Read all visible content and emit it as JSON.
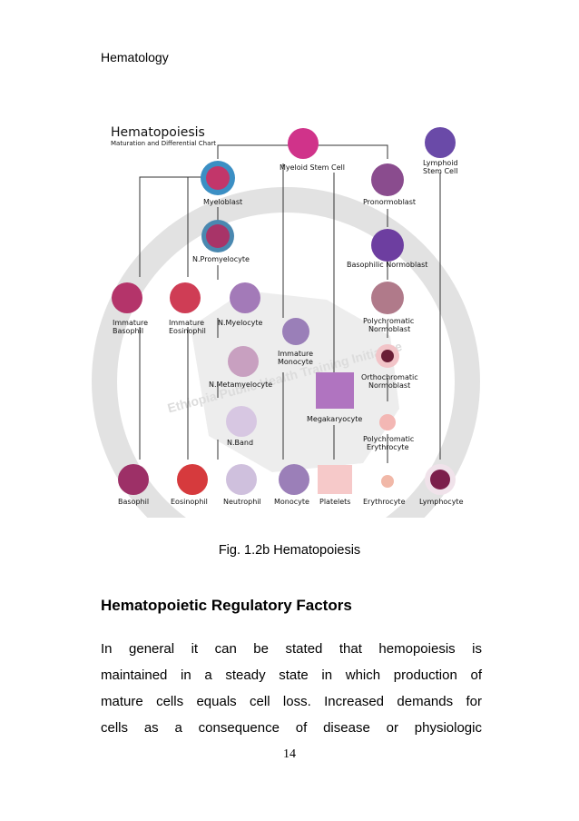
{
  "header": {
    "running_title": "Hematology"
  },
  "figure": {
    "chart_title": "Hematopoiesis",
    "chart_subtitle": "Maturation and Differential Chart",
    "watermark_text": "Ethiopia Public Health Training Initiative",
    "cells": {
      "myeloid_stem_cell": "Myeloid Stem Cell",
      "lymphoid_stem_cell": "Lymphoid\nStem Cell",
      "myeloblast": "Myeloblast",
      "pronormoblast": "Pronormoblast",
      "n_promyelocyte": "N.Promyelocyte",
      "basophilic_normoblast": "Basophilic Normoblast",
      "immature_basophil": "Immature\nBasophil",
      "immature_eosinophil": "Immature\nEosinophil",
      "n_myelocyte": "N.Myelocyte",
      "polychromatic_normoblast": "Polychromatic\nNormoblast",
      "immature_monocyte": "Immature\nMonocyte",
      "orthochromatic_normoblast": "Orthochromatic\nNormoblast",
      "n_metamyelocyte": "N.Metamyelocyte",
      "megakaryocyte": "Megakaryocyte",
      "polychromatic_erythrocyte": "Polychromatic\nErythrocyte",
      "n_band": "N.Band",
      "basophil": "Basophil",
      "eosinophil": "Eosinophil",
      "neutrophil": "Neutrophil",
      "monocyte": "Monocyte",
      "platelets": "Platelets",
      "erythrocyte": "Erythrocyte",
      "lymphocyte": "Lymphocyte"
    },
    "caption": "Fig. 1.2b Hematopoiesis"
  },
  "section": {
    "heading": "Hematopoietic Regulatory Factors",
    "paragraph_lines": [
      "In general it can be stated that hemopoiesis is",
      "maintained in a steady state in which production of",
      "mature cells equals cell loss. Increased demands for",
      "cells as a consequence of disease or physiologic"
    ]
  },
  "footer": {
    "page_number": "14"
  },
  "colors": {
    "watermark": "#d8d8d8",
    "granulocyte": "#b03a6e",
    "erythroid": "#8a3a8a",
    "lymphoid": "#5a3f9a"
  }
}
